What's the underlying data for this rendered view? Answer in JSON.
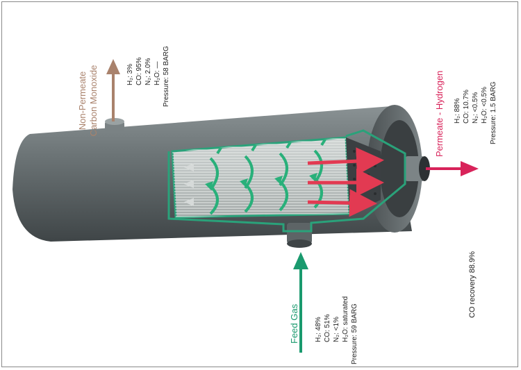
{
  "non_permeate": {
    "title_line1": "Non-Permeate",
    "title_line2": "Carbon Monoxide",
    "h2": "H₂: 3%",
    "co": "CO: 95%",
    "n2": "N₂: 2.0%",
    "h2o": "H₂O:  —",
    "pressure": "Pressure: 58 BARG"
  },
  "permeate": {
    "title": "Permeate - Hydrogen",
    "h2": "H₂: 88%",
    "co": "CO: 10.7%",
    "n2": "N₂: <0.5%",
    "h2o": "H₂O: <0.5%",
    "pressure": "Pressure: 1.5 BARG"
  },
  "feed": {
    "title": "Feed Gas",
    "h2": "H₂: 48%",
    "co": "CO: 51%",
    "n2": "N₂: <1%",
    "h2o": "H₂O: saturated",
    "pressure": "Pressure: 59 BARG"
  },
  "recovery": "CO recovery 88.9%",
  "colors": {
    "non_permeate": "#a9826c",
    "permeate": "#d8235a",
    "feed": "#1a9a6e",
    "vessel": "#6c7375",
    "fiber_arrow": "#29b07a",
    "hydrogen_arrow": "#e23a52"
  }
}
